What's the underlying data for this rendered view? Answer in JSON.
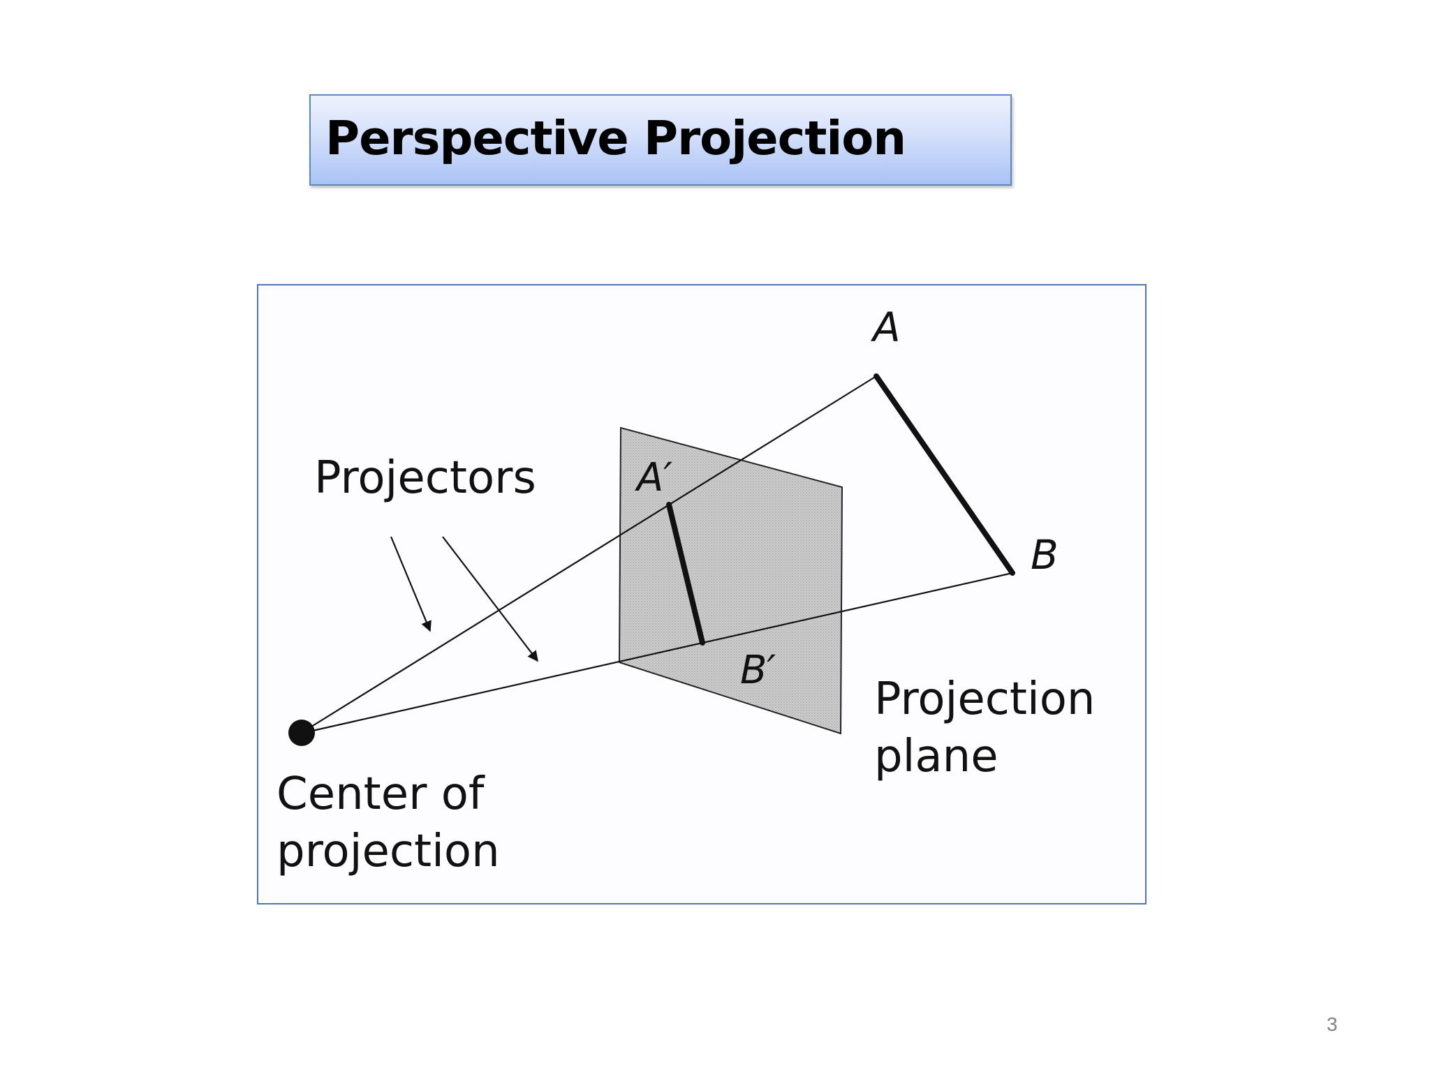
{
  "slide": {
    "title": "Perspective Projection",
    "page_number": "3"
  },
  "diagram": {
    "labels": {
      "point_a": "A",
      "point_b": "B",
      "point_a_prime": "A′",
      "point_b_prime": "B′",
      "projectors": "Projectors",
      "center_line1": "Center of",
      "center_line2": "projection",
      "plane_line1": "Projection",
      "plane_line2": "plane"
    },
    "colors": {
      "frame_border": "#4f74b0",
      "plane_fill": "#c9c9c9",
      "ink": "#111111"
    }
  }
}
